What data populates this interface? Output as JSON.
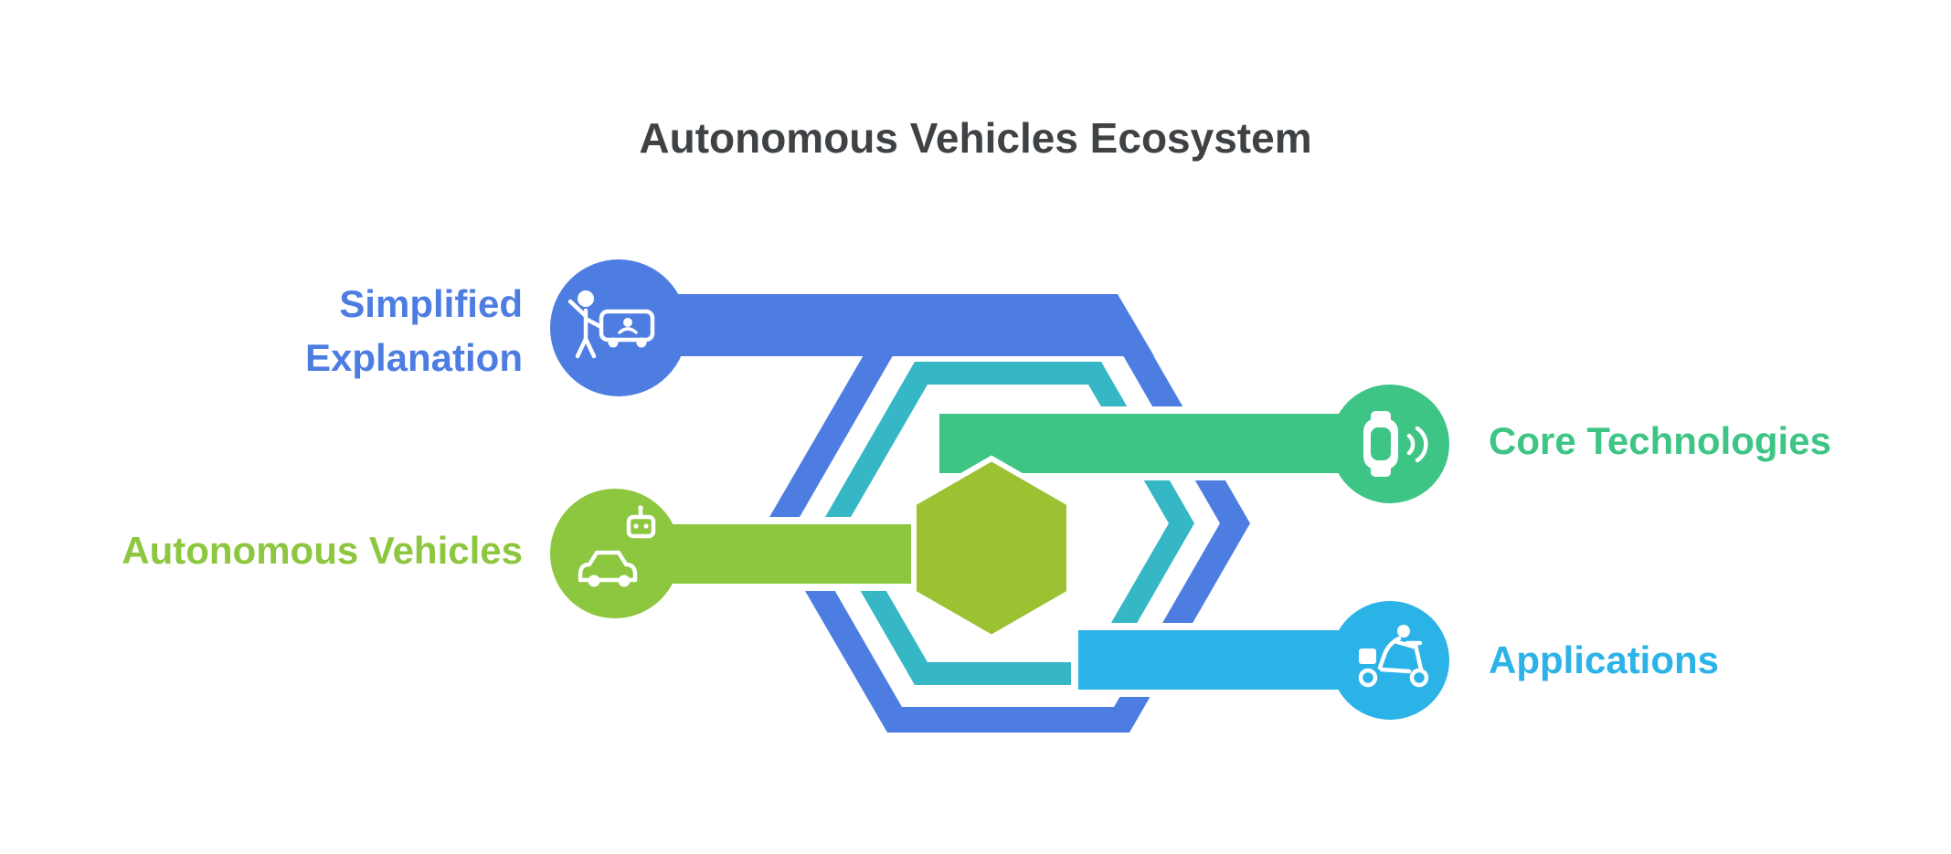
{
  "title": "Autonomous Vehicles Ecosystem",
  "colors": {
    "title_text": "#3f4245",
    "blue": "#4e7de2",
    "green": "#8dc63f",
    "green_hex_center": "#9cc233",
    "teal_ring": "#35b7c6",
    "core_green": "#3ec586",
    "cyan": "#2bb3e8",
    "background": "#ffffff"
  },
  "nodes": [
    {
      "id": "simplified-explanation",
      "label": "Simplified Explanation",
      "color": "#4e7de2",
      "icon": "person-and-car-icon",
      "side": "left"
    },
    {
      "id": "autonomous-vehicles",
      "label": "Autonomous Vehicles",
      "color": "#8dc63f",
      "icon": "robot-car-icon",
      "side": "left"
    },
    {
      "id": "core-technologies",
      "label": "Core Technologies",
      "color": "#3ec586",
      "icon": "smartwatch-signal-icon",
      "side": "right"
    },
    {
      "id": "applications",
      "label": "Applications",
      "color": "#2bb3e8",
      "icon": "delivery-scooter-icon",
      "side": "right"
    }
  ]
}
